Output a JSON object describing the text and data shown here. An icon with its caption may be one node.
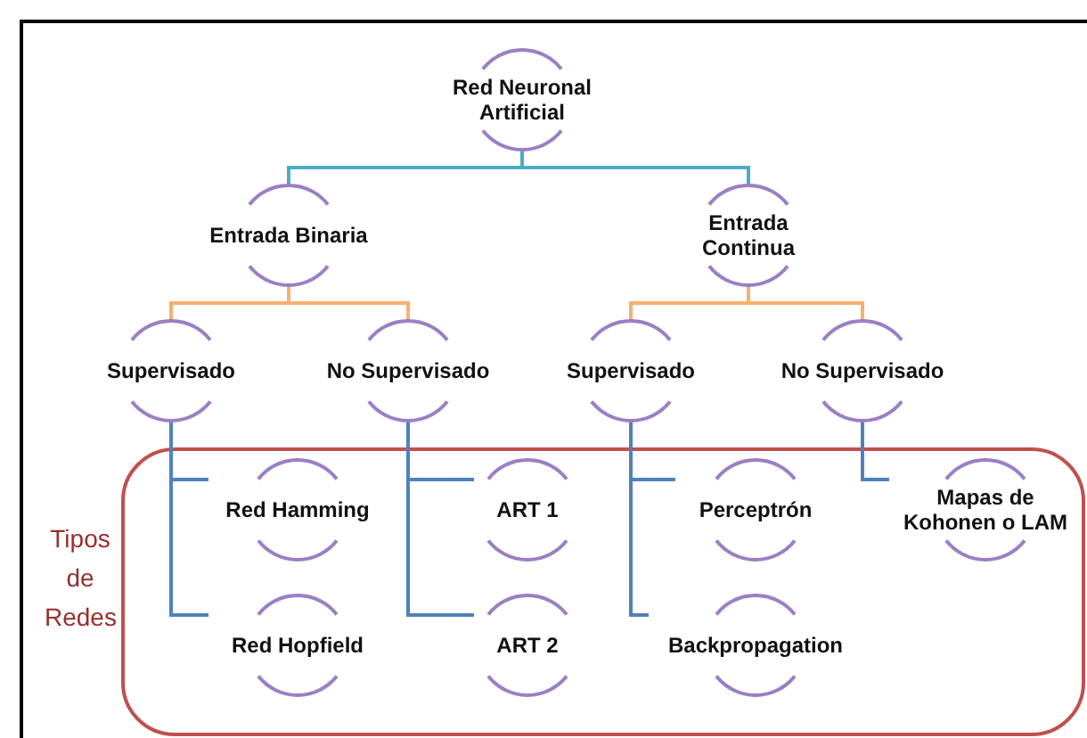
{
  "diagram": {
    "nodes": [
      {
        "text": [
          "Red Neuronal Artificial"
        ]
      },
      {
        "text": [
          "Entrada Binaria"
        ]
      },
      {
        "text": [
          "Entrada Continua"
        ]
      },
      {
        "text": [
          "Supervisado"
        ]
      },
      {
        "text": [
          "No Supervisado"
        ]
      },
      {
        "text": [
          "Supervisado"
        ]
      },
      {
        "text": [
          "No Supervisado"
        ]
      },
      {
        "text": [
          "Tipos de Redes"
        ]
      },
      {
        "text": [
          "Red Hamming"
        ],
        "in": 7
      },
      {
        "text": [
          "ART 1"
        ],
        "in": 7
      },
      {
        "text": [
          "Perceptrón"
        ],
        "in": 7
      },
      {
        "text": [
          "Mapas de Kohonen o LAM"
        ],
        "in": 7
      },
      {
        "text": [
          "Red Hopfield"
        ],
        "in": 7
      },
      {
        "text": [
          "ART 2"
        ],
        "in": 7
      },
      {
        "text": [
          "Backpropagation"
        ],
        "in": 7
      }
    ],
    "edges": [
      {
        "from": 0,
        "to": 1,
        "arrow": "none",
        "color": "#4bacc6"
      },
      {
        "from": 0,
        "to": 2,
        "arrow": "none",
        "color": "#4bacc6"
      },
      {
        "from": 1,
        "to": 3,
        "arrow": "none",
        "color": "#f7b06e"
      },
      {
        "from": 1,
        "to": 4,
        "arrow": "none",
        "color": "#f7b06e"
      },
      {
        "from": 2,
        "to": 5,
        "arrow": "none",
        "color": "#f7b06e"
      },
      {
        "from": 2,
        "to": 6,
        "arrow": "none",
        "color": "#f7b06e"
      },
      {
        "from": 3,
        "to": 8,
        "arrow": "none"
      },
      {
        "from": 3,
        "to": 12,
        "arrow": "none"
      },
      {
        "from": 4,
        "to": 9,
        "arrow": "none"
      },
      {
        "from": 4,
        "to": 13,
        "arrow": "none"
      },
      {
        "from": 5,
        "to": 10,
        "arrow": "none"
      },
      {
        "from": 5,
        "to": 14,
        "arrow": "none"
      },
      {
        "from": 6,
        "to": 11,
        "arrow": "none"
      }
    ]
  }
}
